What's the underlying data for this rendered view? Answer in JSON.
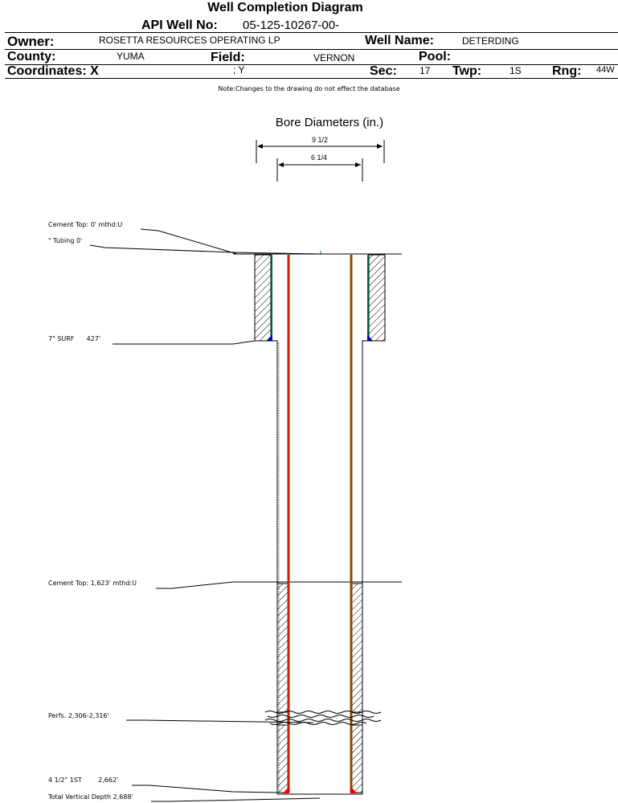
{
  "header": {
    "title": "Well Completion Diagram",
    "api_label": "API Well No:",
    "api_value": "05-125-10267-00-",
    "owner_label": "Owner:",
    "owner_value": "ROSETTA RESOURCES OPERATING LP",
    "wellname_label": "Well Name:",
    "wellname_value": "DETERDING",
    "county_label": "County:",
    "county_value": "YUMA",
    "field_label": "Field:",
    "field_value": "VERNON",
    "pool_label": "Pool:",
    "coords_label": "Coordinates: X",
    "coords_y": "; Y",
    "sec_label": "Sec:",
    "sec_value": "17",
    "twp_label": "Twp:",
    "twp_value": "1S",
    "rng_label": "Rng:",
    "rng_value": "44W"
  },
  "note": "Note:Changes to the drawing do not effect the database",
  "bore": {
    "title": "Bore Diameters (in.)",
    "outer": "9 1/2",
    "inner": "6 1/4"
  },
  "annotations": {
    "cement_top_surface": "Cement Top: 0' mthd:U",
    "tubing": "\" Tubing 0'",
    "surface_casing": "7\" SURF      427'",
    "cement_top_prod": "Cement Top: 1,623' mthd:U",
    "perfs": "Perfs. 2,306-2,316'",
    "prod_casing": "4 1/2\" 1ST        2,662'",
    "tvd": "Total Vertical Depth 2,688'"
  },
  "colors": {
    "tubing": "#8b4a00",
    "casing_left_line": "#cc2200",
    "surface_casing": "#006040",
    "shoe": "#0000cc",
    "prod_shoe": "#ee0000"
  }
}
